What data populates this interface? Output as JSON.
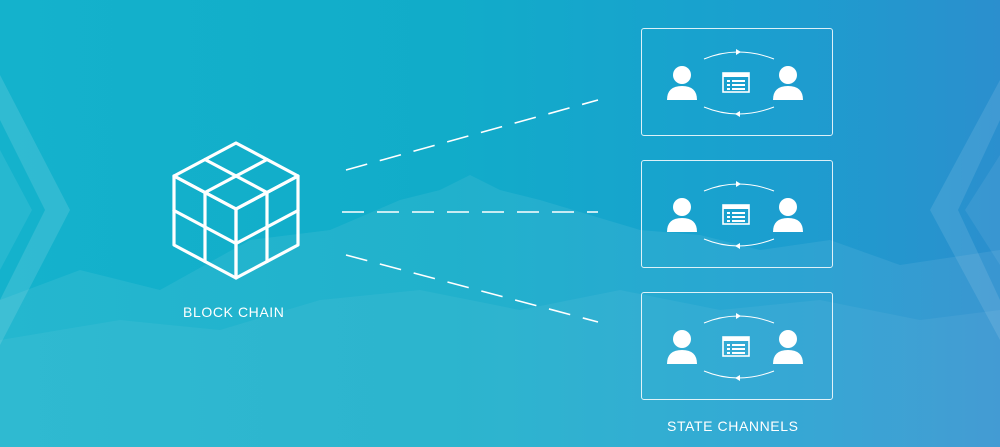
{
  "diagram": {
    "blockchain_label": "BLOCK CHAIN",
    "state_channels_label": "STATE CHANNELS",
    "channels": [
      {
        "id": "channel-1"
      },
      {
        "id": "channel-2"
      },
      {
        "id": "channel-3"
      }
    ]
  },
  "icons": {
    "blockchain": "cube-grid-icon",
    "user": "user-icon",
    "ledger": "ledger-document-icon",
    "arrow": "arrow-icon"
  },
  "colors": {
    "background_start": "#14b2cc",
    "background_end": "#2b8fce",
    "foreground": "#ffffff"
  }
}
